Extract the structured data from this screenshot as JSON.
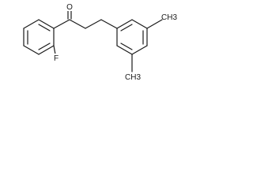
{
  "molecule": {
    "atoms": {
      "oxygen": "O",
      "fluorine": "F",
      "methyl_top": "CH3",
      "methyl_bottom": "CH3"
    }
  }
}
